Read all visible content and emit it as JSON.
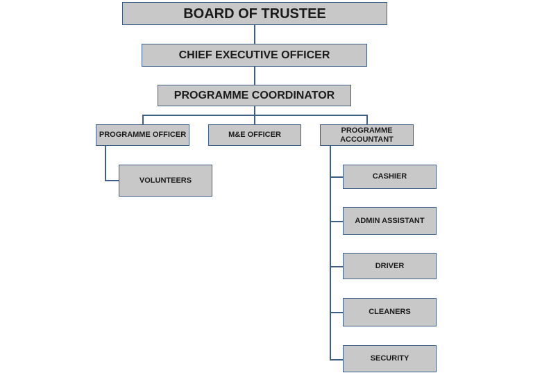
{
  "org_chart": {
    "board": "BOARD OF TRUSTEE",
    "ceo": "CHIEF EXECUTIVE OFFICER",
    "coordinator": "PROGRAMME COORDINATOR",
    "programme_officer": "PROGRAMME OFFICER",
    "me_officer": "M&E OFFICER",
    "programme_accountant": "PROGRAMME ACCOUNTANT",
    "volunteers": "VOLUNTEERS",
    "accountant_staff": [
      "CASHIER",
      "ADMIN ASSISTANT",
      "DRIVER",
      "CLEANERS",
      "SECURITY"
    ]
  },
  "colors": {
    "box_fill": "#c8c8c8",
    "box_border": "#3d5f86",
    "connector": "#3d5f86",
    "text": "#1a1a1a"
  }
}
